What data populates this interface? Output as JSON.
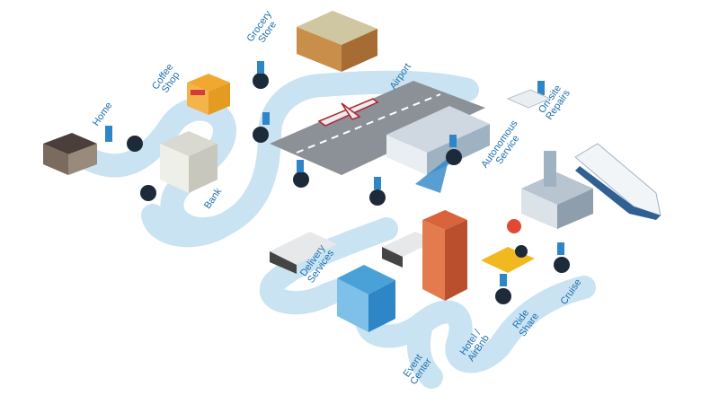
{
  "colors": {
    "path": "#c9e3f3",
    "label": "#1f6fae",
    "runway": "#8c9097",
    "accent": "#2f86c6"
  },
  "stops": [
    {
      "id": "home",
      "lines": [
        "Home"
      ]
    },
    {
      "id": "coffee",
      "lines": [
        "Coffee",
        "Shop"
      ]
    },
    {
      "id": "grocery",
      "lines": [
        "Grocery",
        "Store"
      ]
    },
    {
      "id": "airport",
      "lines": [
        "Airport"
      ]
    },
    {
      "id": "repairs",
      "lines": [
        "On-site",
        "Repairs"
      ]
    },
    {
      "id": "autonomous",
      "lines": [
        "Autonomous",
        "Service"
      ]
    },
    {
      "id": "bank",
      "lines": [
        "Bank"
      ]
    },
    {
      "id": "delivery",
      "lines": [
        "Delivery",
        "Services"
      ]
    },
    {
      "id": "event",
      "lines": [
        "Event",
        "Center"
      ]
    },
    {
      "id": "hotel",
      "lines": [
        "Hotel /",
        "AirBnb"
      ]
    },
    {
      "id": "rideshare",
      "lines": [
        "Ride",
        "Share"
      ]
    },
    {
      "id": "cruise",
      "lines": [
        "Cruise"
      ]
    }
  ]
}
